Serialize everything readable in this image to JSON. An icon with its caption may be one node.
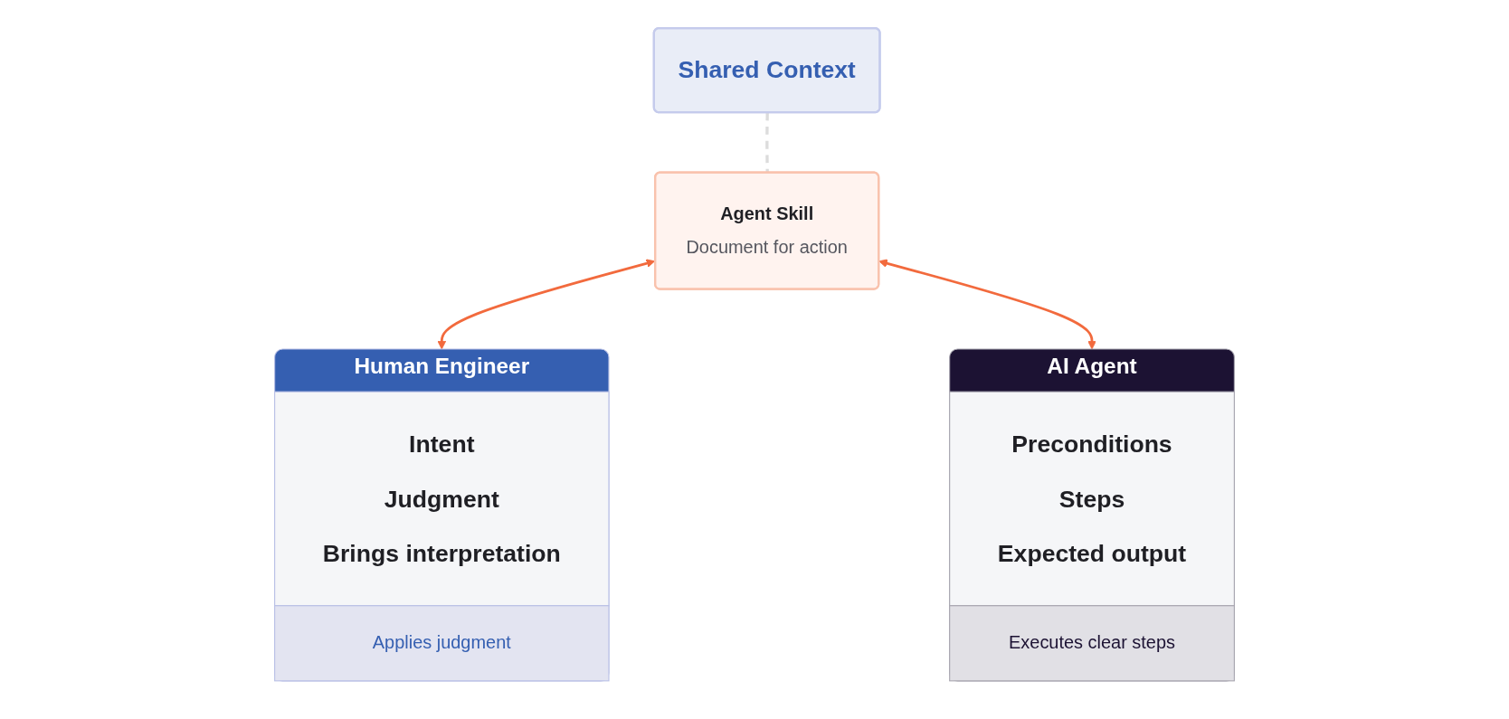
{
  "diagram": {
    "nodes": [
      {
        "text": [
          "Shared Context"
        ]
      },
      {
        "text": [
          "Human Engineer"
        ]
      },
      {
        "text": [
          "Intent",
          "Judgment",
          "Brings interpretation"
        ],
        "in": 1
      },
      {
        "text": [
          "Applies judgment"
        ],
        "in": 1
      },
      {
        "text": [
          "Agent Skill",
          "Document for action"
        ]
      },
      {
        "text": [
          "AI Agent"
        ]
      },
      {
        "text": [
          "Preconditions",
          "Steps",
          "Expected output"
        ],
        "in": 5
      },
      {
        "text": [
          "Executes clear steps"
        ],
        "in": 5
      }
    ],
    "edges": [
      {
        "from": 0,
        "to": 4,
        "arrow": "none",
        "style": "dashed",
        "color": "#dcdcdc"
      },
      {
        "from": 4,
        "to": 1,
        "arrow": "both",
        "color": "#f26a3d"
      },
      {
        "from": 4,
        "to": 5,
        "arrow": "both",
        "color": "#f26a3d"
      }
    ]
  }
}
